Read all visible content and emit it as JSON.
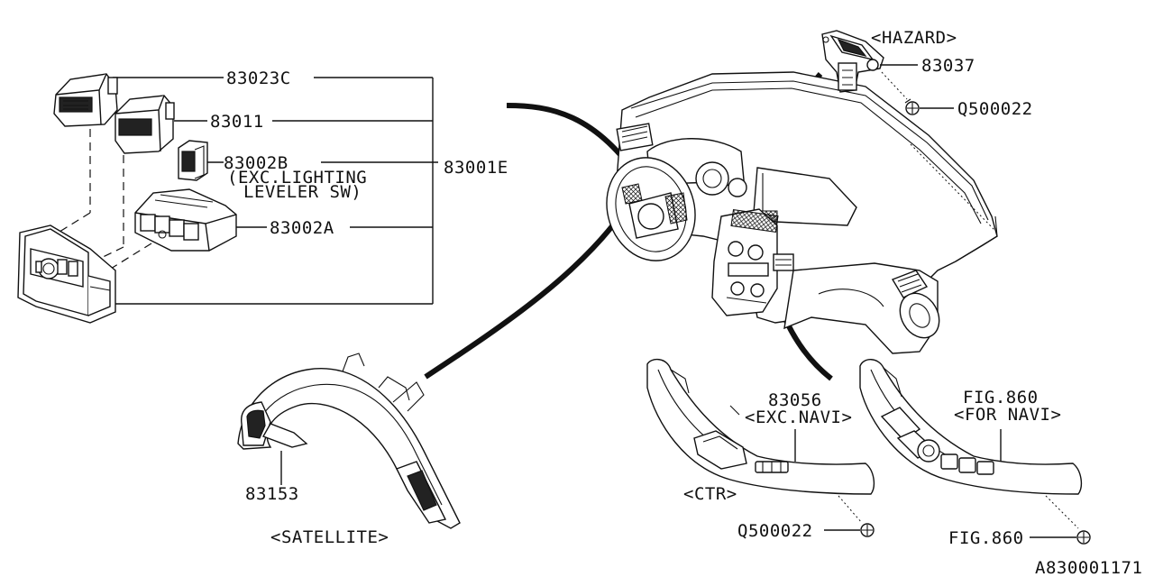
{
  "labels": {
    "p83023c": "83023C",
    "p83011": "83011",
    "p83002b": "83002B",
    "p83002b_note1": "(EXC.LIGHTING",
    "p83002b_note2": "LEVELER SW)",
    "p83001e": "83001E",
    "p83002a": "83002A",
    "hazard": "<HAZARD>",
    "p83037": "83037",
    "q500022_top": "Q500022",
    "p83153": "83153",
    "satellite": "<SATELLITE>",
    "p83056": "83056",
    "exc_navi": "<EXC.NAVI>",
    "ctr": "<CTR>",
    "q500022_bottom": "Q500022",
    "fig860_top": "FIG.860",
    "for_navi": "<FOR NAVI>",
    "fig860_bottom": "FIG.860",
    "diagram_id": "A830001171"
  }
}
